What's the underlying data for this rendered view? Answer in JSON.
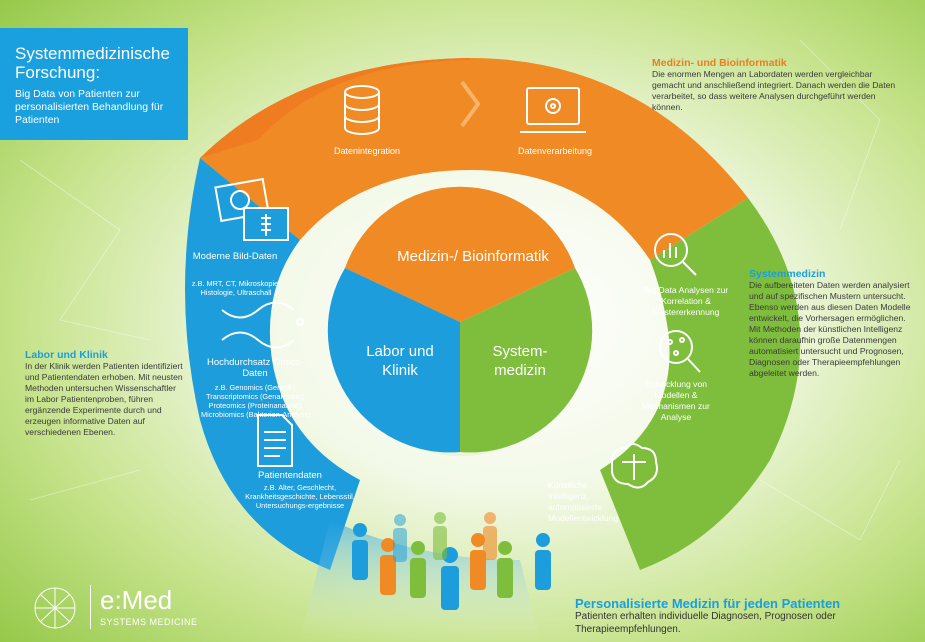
{
  "title": {
    "main": "Systemmedizinische Forschung:",
    "sub": "Big Data von Patienten zur personalisierten Behandlung für Patienten"
  },
  "center": {
    "top": "Medizin-/ Bioinformatik",
    "left": "Labor und Klinik",
    "right": "System-medizin"
  },
  "orange_steps": {
    "integration": "Datenintegration",
    "processing": "Datenverarbeitung"
  },
  "blue_steps": {
    "imaging_title": "Moderne Bild-Daten",
    "imaging_text": "z.B. MRT, CT, Mikroskopie, Histologie, Ultraschall",
    "omics_title": "Hochdurchsatz Omics-Daten",
    "omics_text": "z.B. Genomics (Genetik), Transcriptomics (Genaktivität), Proteomics (Proteinanalyse), Microbiomics (Bakterien-Analyse)",
    "patient_title": "Patientendaten",
    "patient_text": "z.B. Alter, Geschlecht, Krankheitsgeschichte, Lebensstil, Untersuchungs-ergebnisse"
  },
  "green_steps": {
    "bigdata": "Big Data Analysen zur Korrelation & Mustererkennung",
    "models": "Entwicklung von Modellen & Mechanismen zur Analyse",
    "ai": "Künstliche Intelligenz, automatisierte Modellentwicklung"
  },
  "side_texts": {
    "bioinf_title": "Medizin- und Bioinformatik",
    "bioinf_text": "Die enormen Mengen an Labordaten werden vergleichbar gemacht und anschließend integriert. Danach werden die Daten verarbeitet, so dass weitere Analysen durchgeführt werden können.",
    "sysmed_title": "Systemmedizin",
    "sysmed_text": "Die aufbereiteten Daten werden analysiert und auf spezifischen Mustern untersucht. Ebenso werden aus diesen Daten Modelle entwickelt, die Vorhersagen ermöglichen. Mit Methoden der künstlichen Intelligenz können daraufhin große Datenmengen automatisiert untersucht und Prognosen, Diagnosen oder Therapieempfehlungen abgeleitet werden.",
    "lab_title": "Labor und Klinik",
    "lab_text": "In der Klinik werden Patienten identifiziert und Patientendaten erhoben. Mit neusten Methoden untersuchen Wissenschaftler im Labor Patientenproben, führen ergänzende Experimente durch und erzeugen informative Daten auf verschiedenen Ebenen."
  },
  "bottom": {
    "title": "Personalisierte Medizin für jeden Patienten",
    "text": "Patienten erhalten individuelle Diagnosen, Prognosen oder Therapieempfehlungen."
  },
  "logo": {
    "name": "e:Med",
    "tagline": "SYSTEMS MEDICINE"
  },
  "colors": {
    "orange": "#f08a24",
    "blue": "#1d9ddb",
    "green": "#7fbe3c",
    "background": "#a6d25a"
  },
  "icons": [
    "database-icon",
    "laptop-gear-icon",
    "imaging-icon",
    "dna-icon",
    "document-icon",
    "magnifier-chart-icon",
    "magnifier-network-icon",
    "brain-circuit-icon",
    "people-icon",
    "chevron-right-icon"
  ]
}
